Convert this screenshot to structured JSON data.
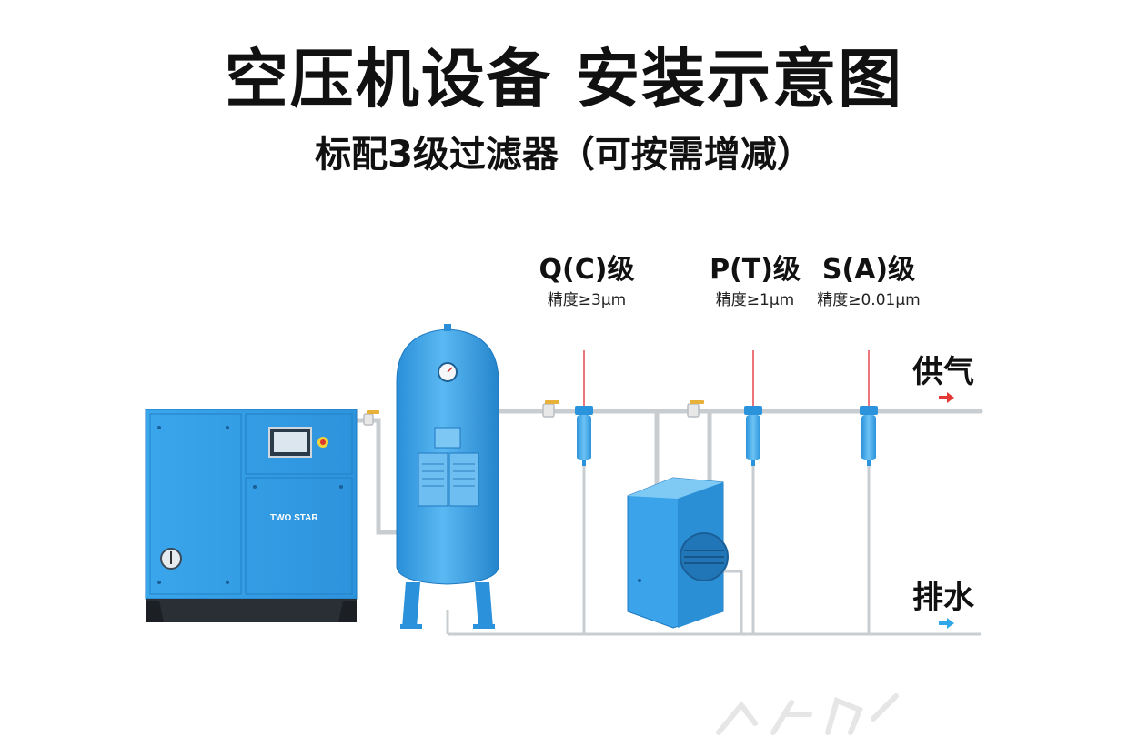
{
  "header": {
    "title": "空压机设备 安装示意图",
    "subtitle": "标配3级过滤器（可按需增减）"
  },
  "filters": [
    {
      "grade": "Q(C)级",
      "precision": "精度≥3μm"
    },
    {
      "grade": "P(T)级",
      "precision": "精度≥1μm"
    },
    {
      "grade": "S(A)级",
      "precision": "精度≥0.01μm"
    }
  ],
  "outputs": {
    "air_supply": "供气",
    "drainage": "排水"
  },
  "compressor": {
    "brand": "TWO STAR"
  },
  "colors": {
    "equipment_blue": "#2e9be6",
    "pipe_grey": "#c8cdd2",
    "air_arrow": "#e53935",
    "water_arrow": "#2ea8e6"
  }
}
